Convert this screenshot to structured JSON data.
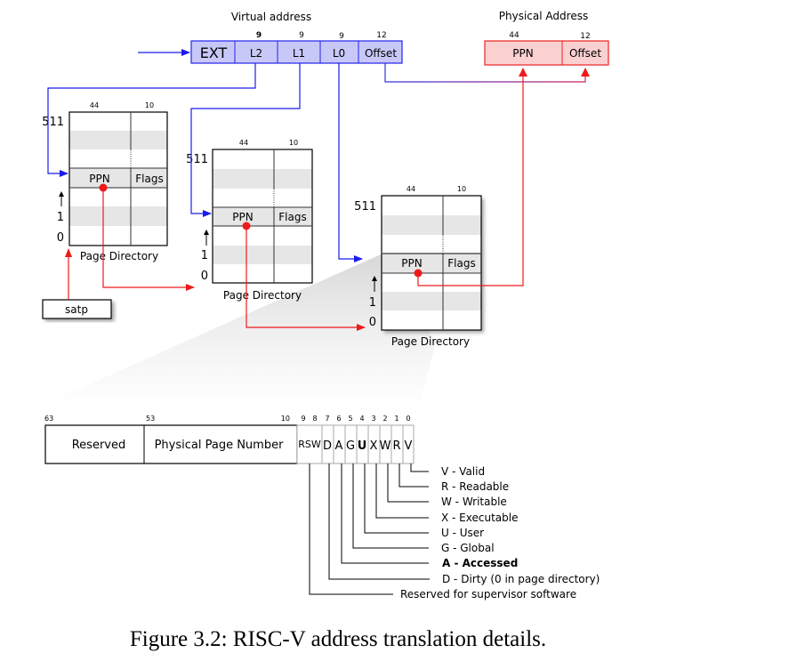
{
  "virtual_address": {
    "title": "Virtual address",
    "fields": [
      {
        "label": "EXT",
        "bits": ""
      },
      {
        "label": "L2",
        "bits": "9"
      },
      {
        "label": "L1",
        "bits": "9"
      },
      {
        "label": "L0",
        "bits": "9"
      },
      {
        "label": "Offset",
        "bits": "12"
      }
    ],
    "fill": "#c8c8f8",
    "stroke": "#2222ee"
  },
  "physical_address": {
    "title": "Physical Address",
    "fields": [
      {
        "label": "PPN",
        "bits": "44"
      },
      {
        "label": "Offset",
        "bits": "12"
      }
    ],
    "fill": "#fad0d0",
    "stroke": "#ee2222"
  },
  "page_directories": [
    {
      "label": "Page Directory",
      "col_bits": [
        "44",
        "10"
      ],
      "row_top": "511",
      "row_1": "1",
      "row_0": "0",
      "ppn": "PPN",
      "flags": "Flags"
    },
    {
      "label": "Page Directory",
      "col_bits": [
        "44",
        "10"
      ],
      "row_top": "511",
      "row_1": "1",
      "row_0": "0",
      "ppn": "PPN",
      "flags": "Flags"
    },
    {
      "label": "Page Directory",
      "col_bits": [
        "44",
        "10"
      ],
      "row_top": "511",
      "row_1": "1",
      "row_0": "0",
      "ppn": "PPN",
      "flags": "Flags"
    }
  ],
  "satp": {
    "label": "satp"
  },
  "pte": {
    "bit_labels": [
      "63",
      "53",
      "10",
      "9",
      "8",
      "7",
      "6",
      "5",
      "4",
      "3",
      "2",
      "1",
      "0"
    ],
    "fields": [
      "Reserved",
      "Physical Page Number",
      "RSW",
      "D",
      "A",
      "G",
      "U",
      "X",
      "W",
      "R",
      "V"
    ],
    "legend": [
      "V - Valid",
      "R  - Readable",
      "W - Writable",
      "X - Executable",
      "U - User",
      "G - Global",
      "A - Accessed",
      "D - Dirty (0 in page directory)",
      "Reserved for supervisor software"
    ]
  },
  "colors": {
    "blue_arrow": "#1a1aee",
    "red_arrow": "#ee1a1a",
    "row_shade": "#e6e6e6"
  },
  "caption": "Figure 3.2: RISC-V address translation details."
}
